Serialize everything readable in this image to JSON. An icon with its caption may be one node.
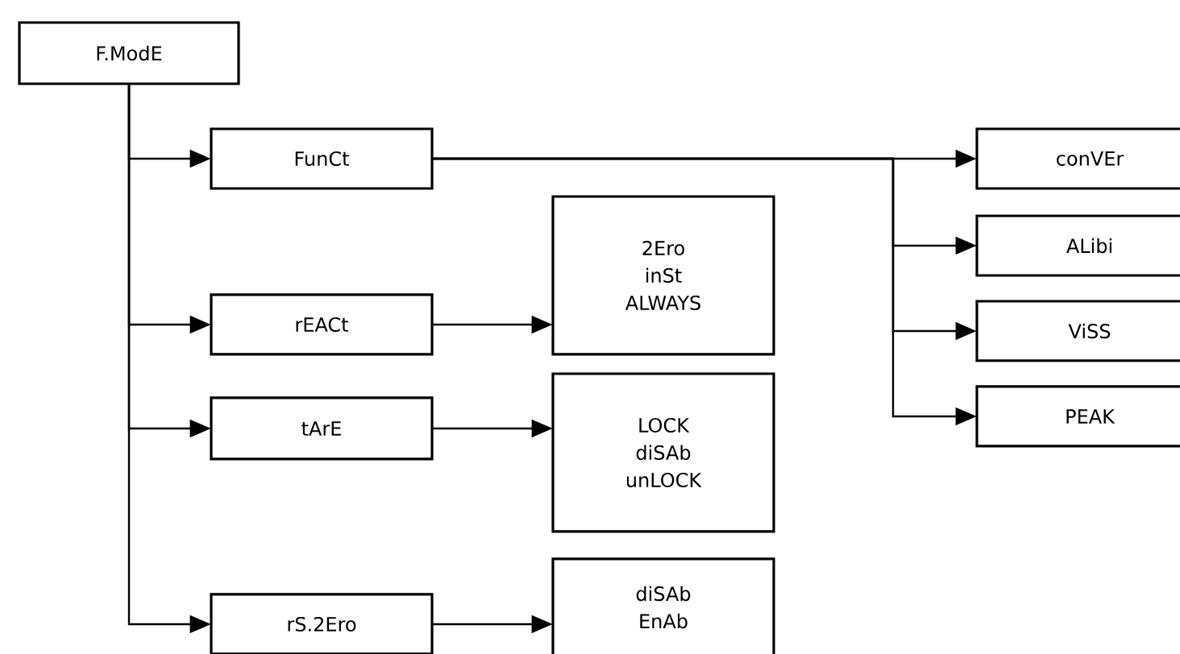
{
  "diagram": {
    "nodes": [
      {
        "text": [
          "F.ModE"
        ]
      },
      {
        "text": [
          "FunCt"
        ]
      },
      {
        "text": [
          "conVEr"
        ]
      },
      {
        "text": [
          "ALibi"
        ]
      },
      {
        "text": [
          "ViSS"
        ]
      },
      {
        "text": [
          "PEAK"
        ]
      },
      {
        "text": [
          "rEACt"
        ]
      },
      {
        "text": [
          "2Ero",
          "inSt",
          "ALWAYS"
        ]
      },
      {
        "text": [
          "tArE"
        ]
      },
      {
        "text": [
          "LOCK",
          "diSAb",
          "unLOCK"
        ]
      },
      {
        "text": [
          "rS.2Ero"
        ]
      },
      {
        "text": [
          "diSAb",
          "EnAb"
        ]
      }
    ],
    "edges": [
      {
        "from": 0,
        "to": 1,
        "arrow": "to"
      },
      {
        "from": 0,
        "to": 6,
        "arrow": "to"
      },
      {
        "from": 0,
        "to": 8,
        "arrow": "to"
      },
      {
        "from": 0,
        "to": 10,
        "arrow": "to"
      },
      {
        "from": 1,
        "to": 2,
        "arrow": "to"
      },
      {
        "from": 1,
        "to": 3,
        "arrow": "to"
      },
      {
        "from": 1,
        "to": 4,
        "arrow": "to"
      },
      {
        "from": 1,
        "to": 5,
        "arrow": "to"
      },
      {
        "from": 6,
        "to": 7,
        "arrow": "to"
      },
      {
        "from": 8,
        "to": 9,
        "arrow": "to"
      },
      {
        "from": 10,
        "to": 11,
        "arrow": "to"
      }
    ]
  }
}
